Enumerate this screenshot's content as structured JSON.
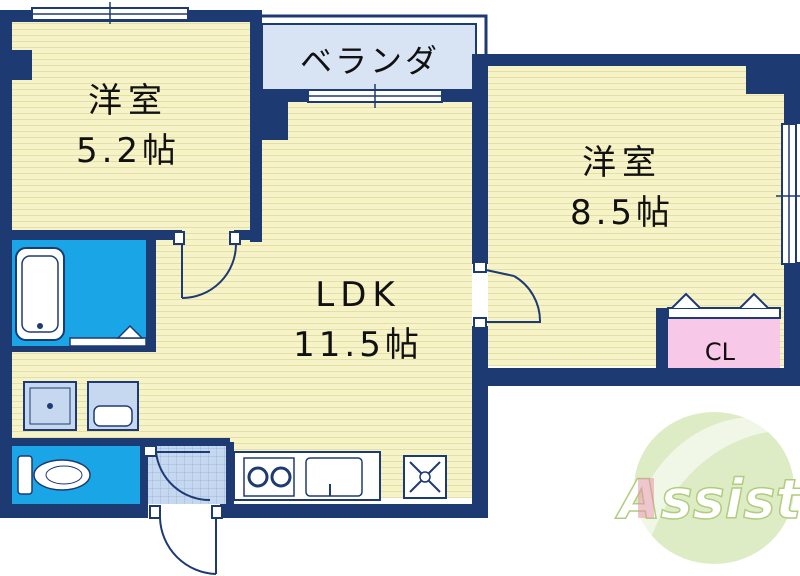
{
  "rooms": {
    "western_small": {
      "name": "洋室",
      "size": "5.2帖"
    },
    "western_large": {
      "name": "洋室",
      "size": "8.5帖"
    },
    "ldk": {
      "name": "LDK",
      "size": "11.5帖"
    }
  },
  "veranda": "ベランダ",
  "closet": "CL",
  "logo": {
    "text": "Assist"
  },
  "colors": {
    "wall": "#1e3a73",
    "floor_wood": "#f6f3c8",
    "floor_line": "#e4dfa4",
    "wet_area": "#1aa6e6",
    "tile_area": "#c5d8f0",
    "closet": "#f7c8e8",
    "veranda": "#d8e4f4",
    "logo_green": "#bcd88a",
    "logo_red": "#e08a9c"
  }
}
